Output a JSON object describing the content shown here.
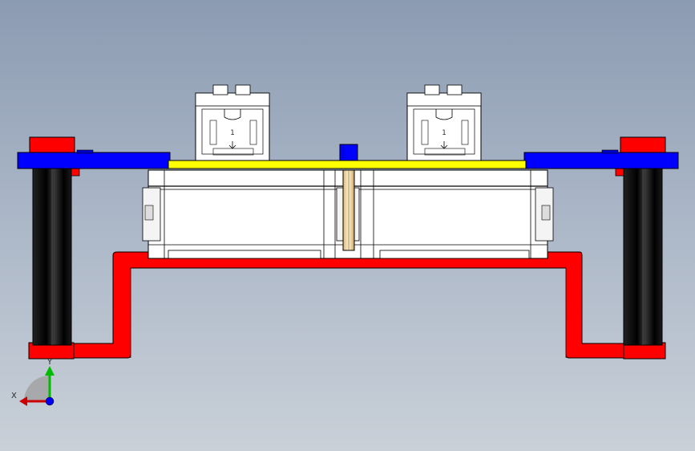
{
  "viewport": {
    "colors": {
      "background_top": "#8c9bb2",
      "background_bottom": "#c9d0d8",
      "frame": "#ff0000",
      "plate": "#0000ff",
      "pcb": "#ffff00",
      "standoff": "#000000",
      "edge": "#000000"
    }
  },
  "connectors": {
    "left": {
      "label": "1"
    },
    "right": {
      "label": "1"
    }
  },
  "triad": {
    "x_label": "X",
    "y_label": "Y",
    "x_color": "#cc0000",
    "y_color": "#00bb00",
    "z_color": "#0000ee"
  }
}
